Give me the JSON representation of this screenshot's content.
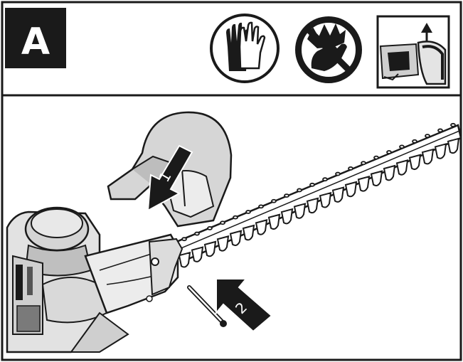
{
  "header": {
    "panel_letter": "A",
    "icons": [
      "wear-gloves-icon",
      "no-hand-near-blade-icon",
      "blade-cover-removal-icon"
    ]
  },
  "steps": [
    {
      "number": "1",
      "action": "remove-blade-guard"
    },
    {
      "number": "2",
      "action": "insert-pin"
    }
  ],
  "colors": {
    "ink": "#1a1a1a",
    "paper": "#ffffff",
    "shade": "#d9d9d9",
    "mid": "#bfbfbf",
    "dark": "#7a7a7a"
  }
}
